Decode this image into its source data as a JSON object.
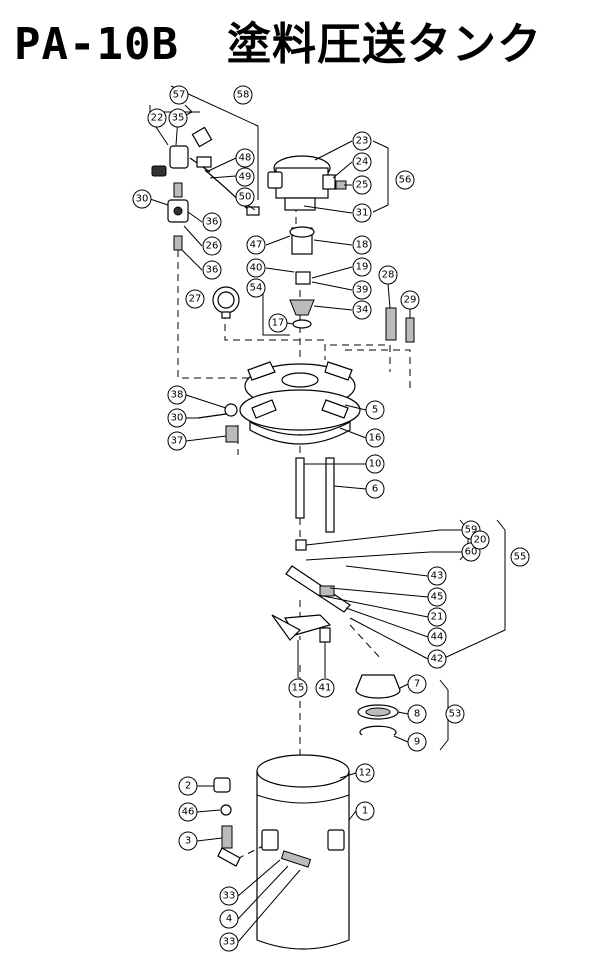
{
  "title": {
    "model": "PA-10B",
    "name": "塗料圧送タンク"
  },
  "callouts": {
    "c57": "57",
    "c58": "58",
    "c22": "22",
    "c35": "35",
    "c30a": "30",
    "c36a": "36",
    "c26": "26",
    "c36b": "36",
    "c48": "48",
    "c49": "49",
    "c50": "50",
    "c23": "23",
    "c24": "24",
    "c25": "25",
    "c56": "56",
    "c31": "31",
    "c18": "18",
    "c47": "47",
    "c40": "40",
    "c19": "19",
    "c54": "54",
    "c39": "39",
    "c34": "34",
    "c27": "27",
    "c17": "17",
    "c28": "28",
    "c29": "29",
    "c38": "38",
    "c30b": "30",
    "c37": "37",
    "c5": "5",
    "c16": "16",
    "c10": "10",
    "c6": "6",
    "c59": "59",
    "c60": "60",
    "c20": "20",
    "c55": "55",
    "c43": "43",
    "c45": "45",
    "c21": "21",
    "c44": "44",
    "c42": "42",
    "c15": "15",
    "c41": "41",
    "c7": "7",
    "c8": "8",
    "c53": "53",
    "c9": "9",
    "c12": "12",
    "c2": "2",
    "c1": "1",
    "c46": "46",
    "c3": "3",
    "c33a": "33",
    "c4": "4",
    "c33b": "33"
  }
}
